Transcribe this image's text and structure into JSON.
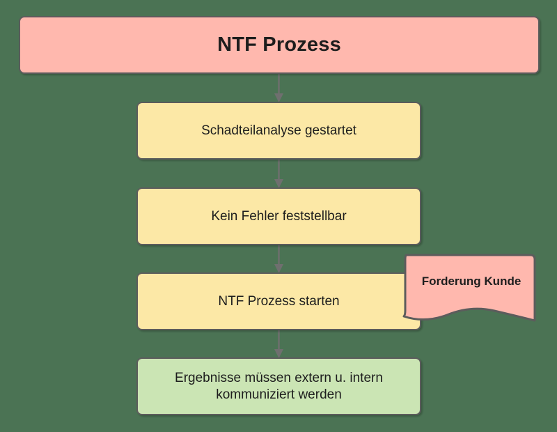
{
  "diagram": {
    "background_color": "#4b7354",
    "title_box": {
      "label": "NTF Prozess",
      "fill": "#ffb8ae",
      "border": "#5c5c5c"
    },
    "steps": [
      {
        "label": "Schadteilanalyse gestartet",
        "fill": "#fce8a6"
      },
      {
        "label": "Kein Fehler feststellbar",
        "fill": "#fce8a6"
      },
      {
        "label": "NTF Prozess starten",
        "fill": "#fce8a6"
      }
    ],
    "result_box": {
      "line1": "Ergebnisse müssen extern u. intern",
      "line2": "kommuniziert werden",
      "fill": "#cbe5b4"
    },
    "note": {
      "label": "Forderung Kunde",
      "fill": "#ffb8ae",
      "border": "#5c5c5c",
      "shape": "document-wavy-bottom"
    },
    "connectors": {
      "stroke": "#6f6f6f",
      "arrowhead": "triangle",
      "count": 4
    }
  }
}
